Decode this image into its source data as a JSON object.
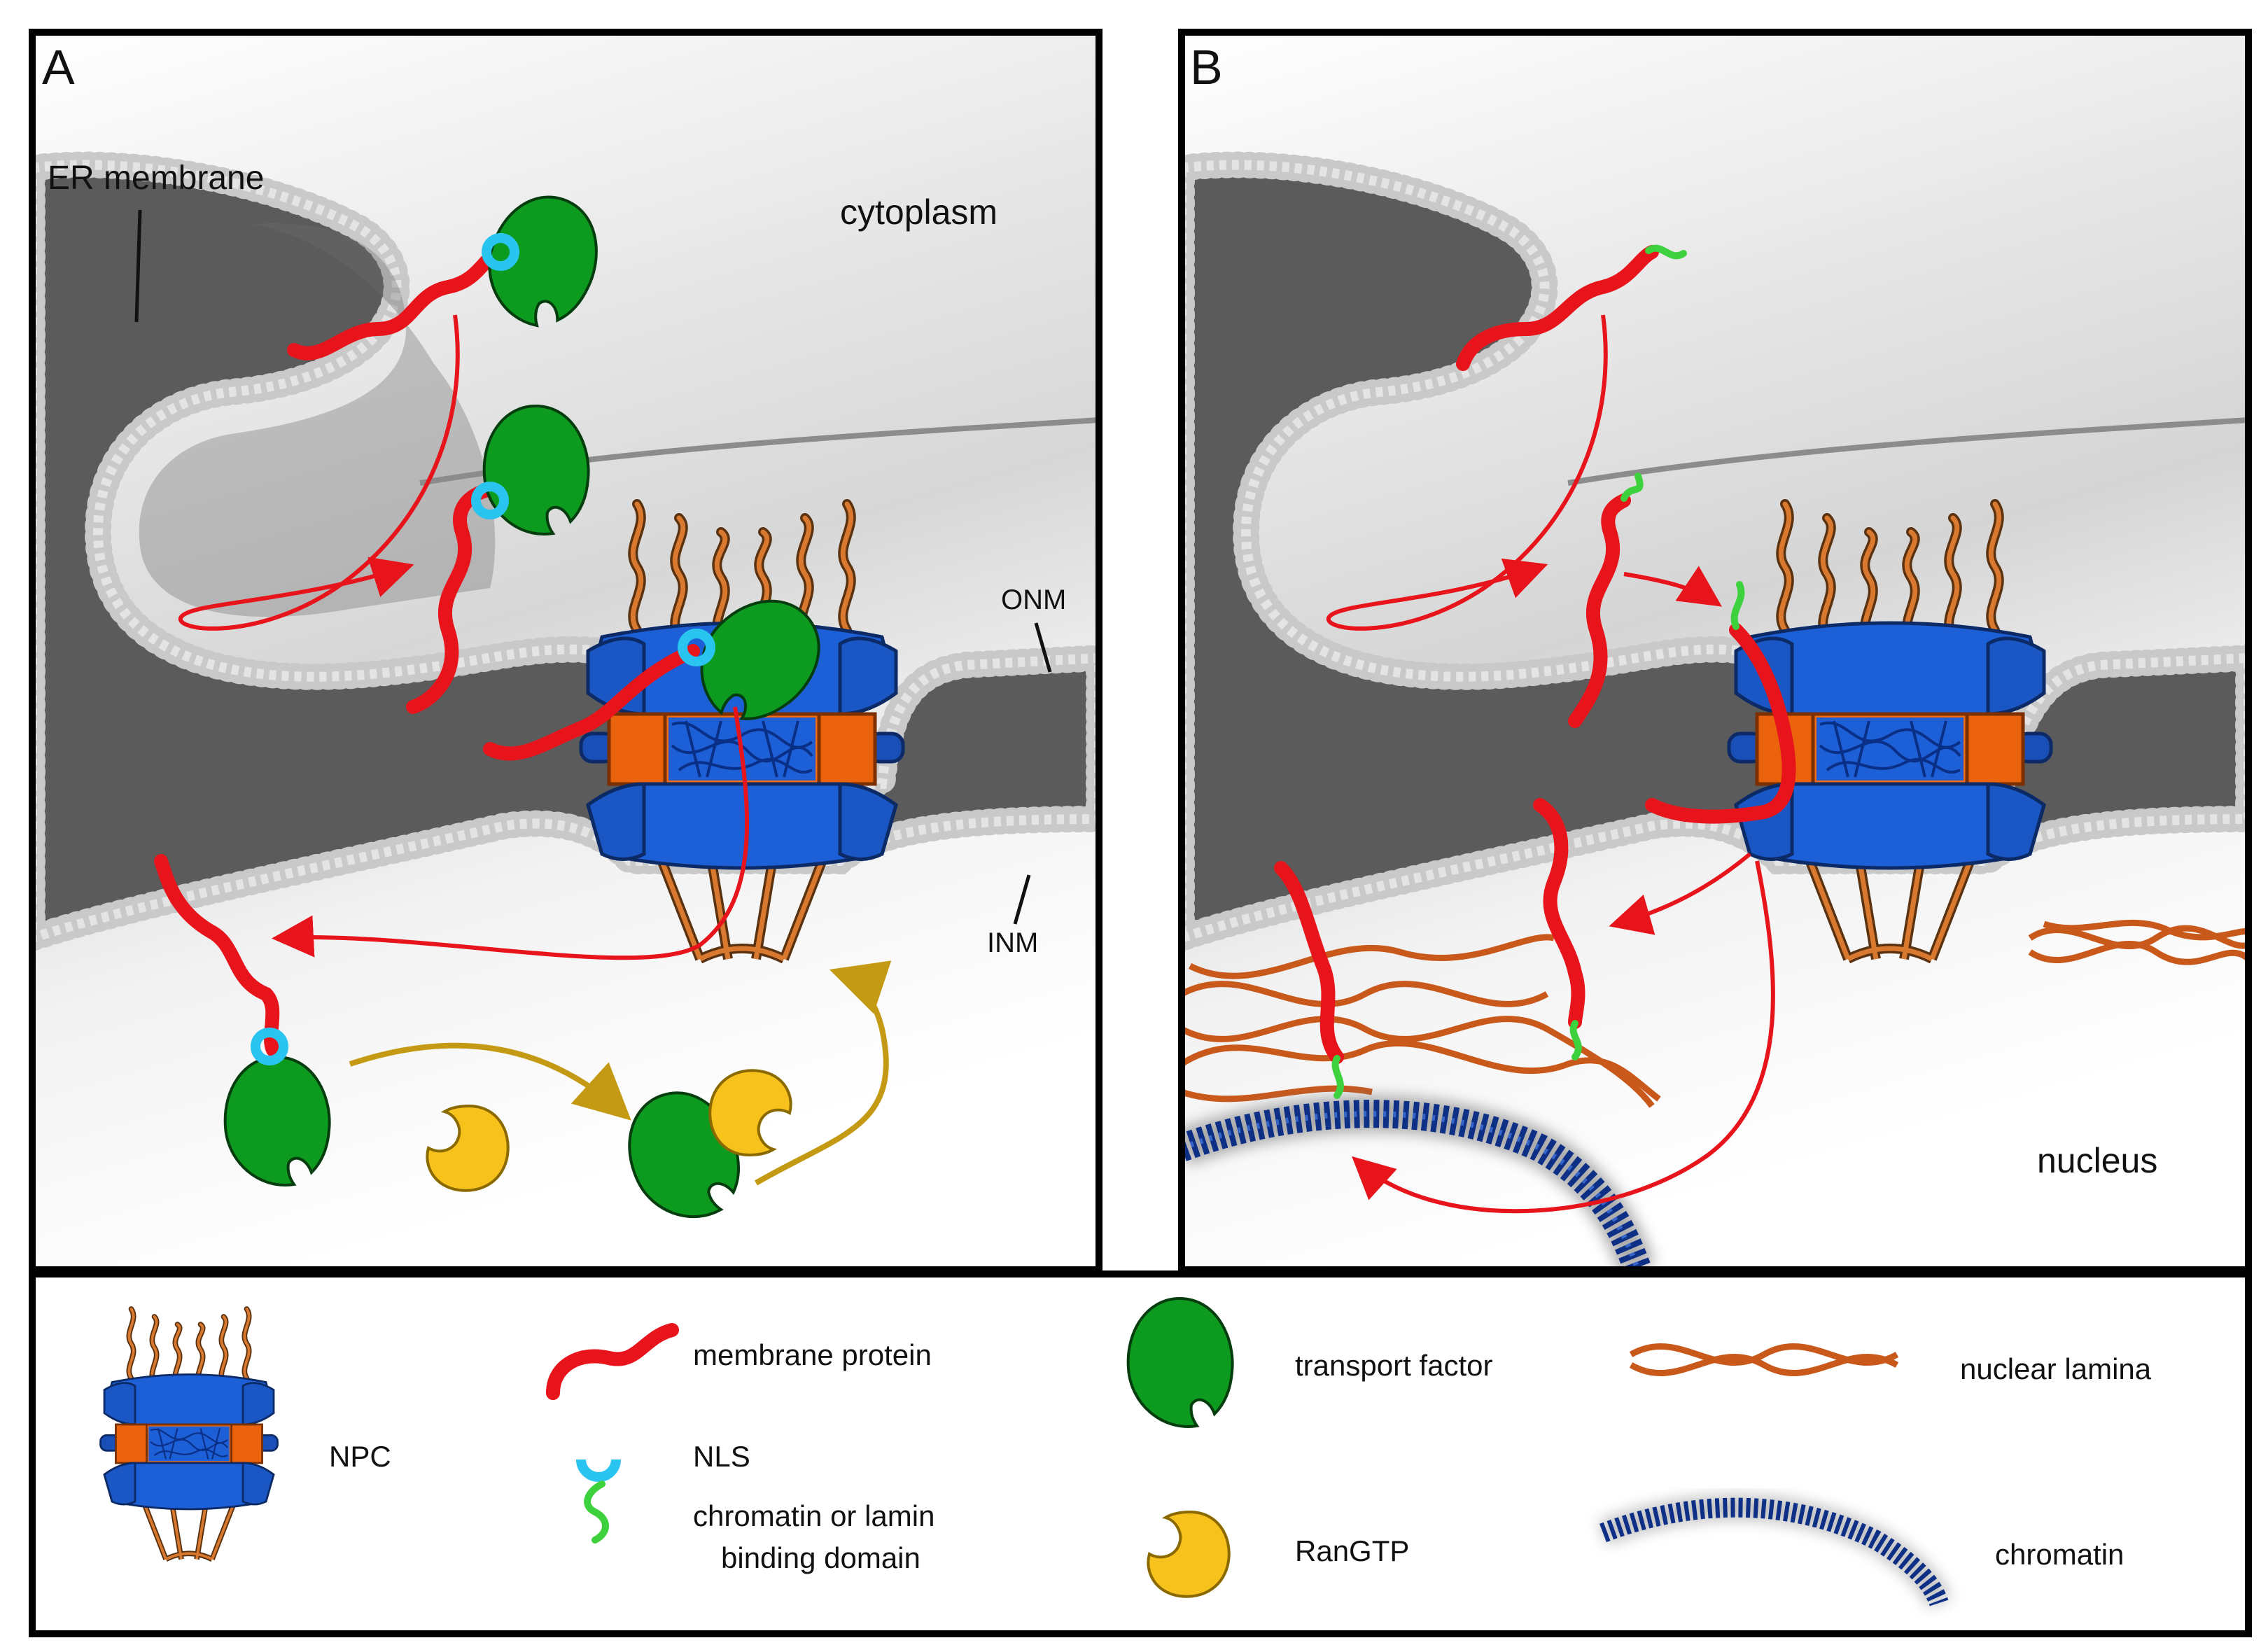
{
  "panels": {
    "a": {
      "letter": "A",
      "er_membrane": "ER membrane",
      "cytoplasm": "cytoplasm",
      "onm": "ONM",
      "inm": "INM"
    },
    "b": {
      "letter": "B",
      "nucleus": "nucleus"
    }
  },
  "legend": {
    "npc": "NPC",
    "membrane_protein": "membrane protein",
    "nls": "NLS",
    "binding_domain_line1": "chromatin or lamin",
    "binding_domain_line2": "binding domain",
    "transport_factor": "transport factor",
    "rangtp": "RanGTP",
    "nuclear_lamina": "nuclear lamina",
    "chromatin": "chromatin"
  },
  "colors": {
    "membrane_protein": "#e8141b",
    "transport_factor": "#0c9a1f",
    "nls": "#29c4f0",
    "binding_domain": "#3ed13e",
    "rangtp": "#f7c21b",
    "npc_blue": "#1d5fd6",
    "npc_orange": "#f26b12",
    "lamina": "#c9581b",
    "chromatin": "#0d2f86",
    "arrow_gold": "#c49a14"
  }
}
